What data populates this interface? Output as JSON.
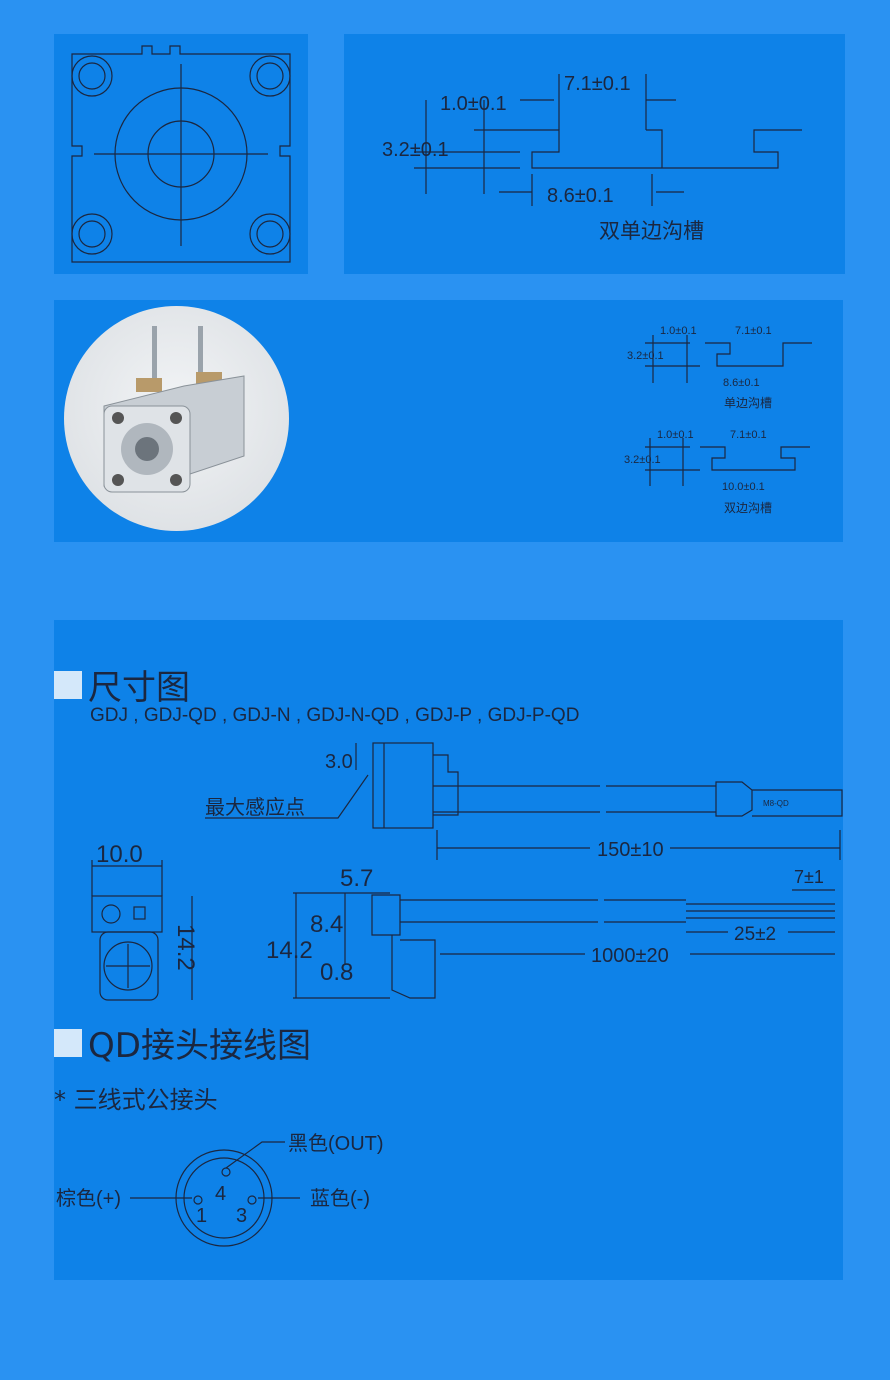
{
  "groove_large": {
    "d1": "1.0±0.1",
    "d2": "7.1±0.1",
    "d3": "3.2±0.1",
    "d4": "8.6±0.1",
    "caption": "双单边沟槽"
  },
  "groove_single": {
    "d1": "1.0±0.1",
    "d2": "7.1±0.1",
    "d3": "3.2±0.1",
    "d4": "8.6±0.1",
    "caption": "单边沟槽"
  },
  "groove_double": {
    "d1": "1.0±0.1",
    "d2": "7.1±0.1",
    "d3": "3.2±0.1",
    "d4": "10.0±0.1",
    "caption": "双边沟槽"
  },
  "dimension": {
    "title": "尺寸图",
    "models": "GDJ , GDJ-QD , GDJ-N , GDJ-N-QD , GDJ-P , GDJ-P-QD",
    "top_offset": "3.0",
    "sense_point": "最大感应点",
    "connector_label": "M8-QD",
    "cable_qd": "150±10",
    "width": "10.0",
    "height_side": "14.2",
    "d57": "5.7",
    "d84": "8.4",
    "d142": "14.2",
    "d08": "0.8",
    "strip": "7±1",
    "lead": "25±2",
    "cable": "1000±20"
  },
  "wiring": {
    "title": "QD接头接线图",
    "subtitle": "* 三线式公接头",
    "pin4": "黑色(OUT)",
    "pin1": "棕色(+)",
    "pin3": "蓝色(-)",
    "n4": "4",
    "n1": "1",
    "n3": "3"
  },
  "colors": {
    "background": "#2a92f2",
    "panel": "#0e82e8",
    "line": "#1b2740"
  }
}
